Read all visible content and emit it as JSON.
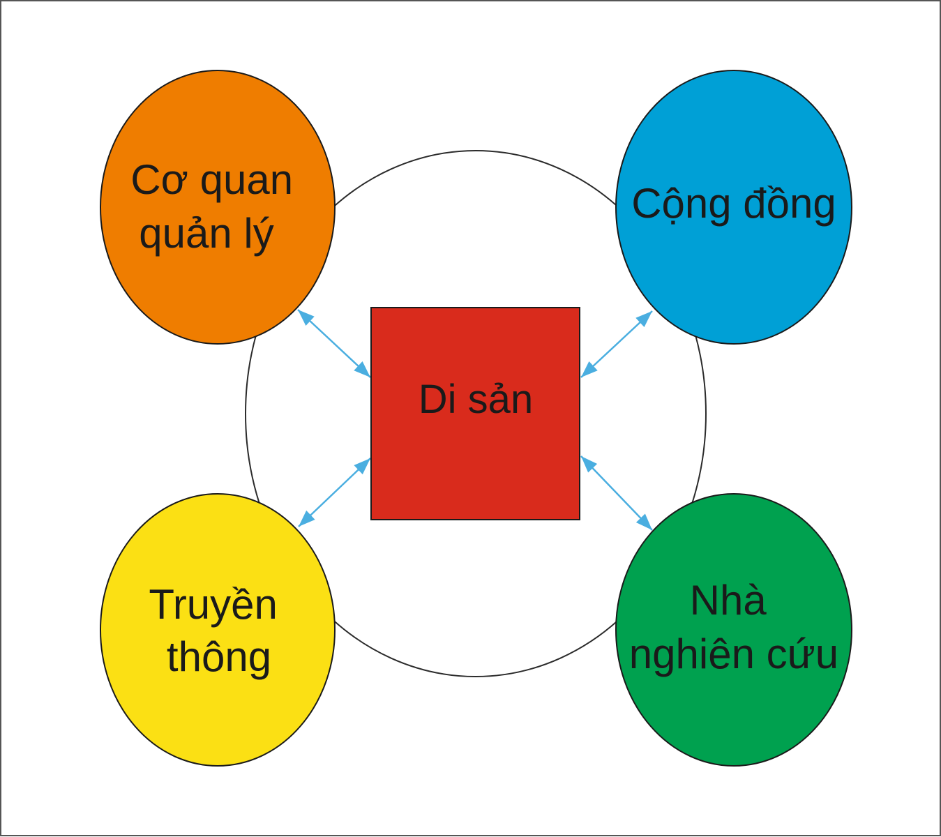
{
  "diagram": {
    "center": {
      "label": "Di sản",
      "color": "#d92b1c"
    },
    "nodes": [
      {
        "key": "management",
        "lines": [
          "Cơ quan",
          "quản lý"
        ],
        "color": "#ef7d00"
      },
      {
        "key": "community",
        "lines": [
          "Cộng đồng"
        ],
        "color": "#00a0d6"
      },
      {
        "key": "media",
        "lines": [
          "Truyền",
          "thông"
        ],
        "color": "#fbe014"
      },
      {
        "key": "researchers",
        "lines": [
          "Nhà",
          "nghiên cứu"
        ],
        "color": "#00a14f"
      }
    ],
    "arrow_color": "#4aaee0",
    "ring_color": "#2b2b2b",
    "border_color": "#555555"
  }
}
